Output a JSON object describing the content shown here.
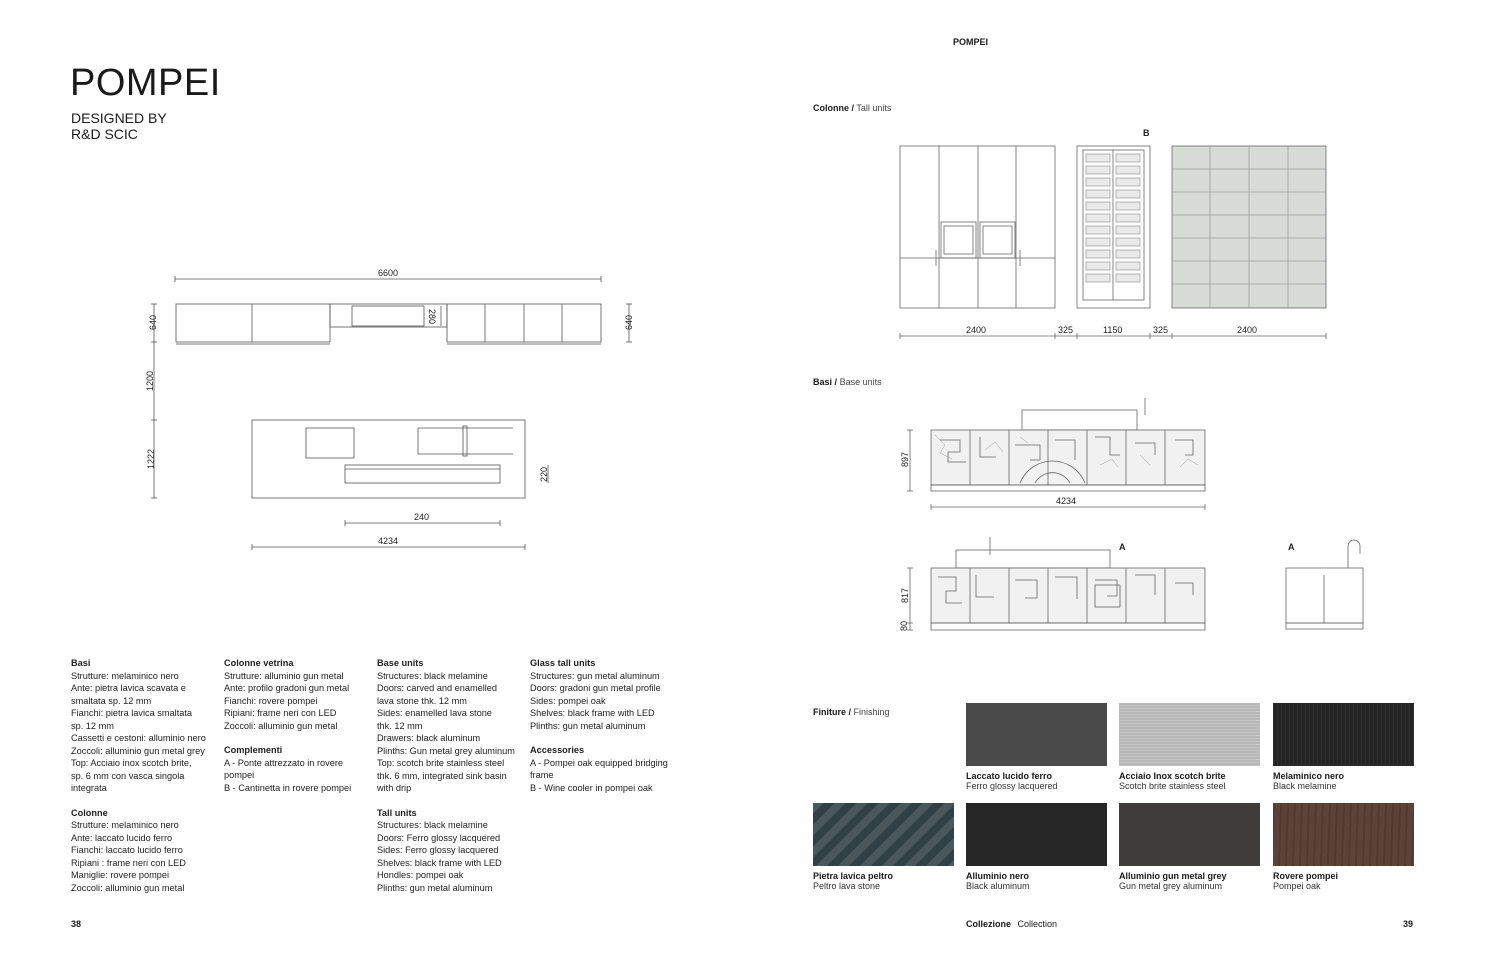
{
  "left_page": {
    "title": "POMPEI",
    "designed_by": "DESIGNED BY",
    "designer": "R&D SCIC",
    "page_number": "38",
    "plan_dims": {
      "top_width": "6600",
      "left_640": "640",
      "right_640": "640",
      "gap_1200": "1200",
      "depth_1222": "1222",
      "hood_280": "280",
      "side_220": "220",
      "bar_240": "240",
      "island_4234": "4234"
    },
    "spec_columns": [
      {
        "blocks": [
          {
            "heading": "Basi",
            "lines": [
              "Strutture: melaminico nero",
              "Ante: pietra lavica scavata e",
              "smaltata sp. 12 mm",
              "Fianchi: pietra lavica smaltata",
              "sp. 12 mm",
              "Cassetti e cestoni: alluminio nero",
              "Zoccoli: alluminio gun metal grey",
              "Top: Acciaio inox scotch brite,",
              "sp. 6 mm con vasca singola",
              "integrata"
            ]
          },
          {
            "heading": "Colonne",
            "lines": [
              "Strutture: melaminico nero",
              "Ante: laccato lucido ferro",
              "Fianchi: laccato lucido ferro",
              "Ripiani : frame neri con LED",
              "Maniglie: rovere pompei",
              "Zoccoli: alluminio gun metal"
            ]
          }
        ]
      },
      {
        "blocks": [
          {
            "heading": "Colonne vetrina",
            "lines": [
              "Strutture: alluminio gun metal",
              "Ante: profilo gradoni gun metal",
              "Fianchi: rovere pompei",
              "Ripiani: frame neri con LED",
              "Zoccoli: alluminio gun metal"
            ]
          },
          {
            "heading": "Complementi",
            "lines": [
              "A - Ponte attrezzato in rovere",
              "pompei",
              "B - Cantinetta in rovere pompei"
            ]
          }
        ]
      },
      {
        "blocks": [
          {
            "heading": "Base units",
            "lines": [
              "Structures: black melamine",
              "Doors: carved and enamelled",
              "lava stone thk. 12 mm",
              "Sides: enamelled lava stone",
              "thk. 12 mm",
              "Drawers: black aluminum",
              "Plinths: Gun metal grey aluminum",
              "Top: scotch brite stainless steel",
              "thk. 6 mm, integrated sink basin",
              "with drip"
            ]
          },
          {
            "heading": "Tall units",
            "lines": [
              "Structures: black melamine",
              "Doors: Ferro glossy lacquered",
              "Sides: Ferro glossy lacquered",
              "Shelves: black frame with LED",
              "Hondles: pompei oak",
              "Plinths: gun metal aluminum"
            ]
          }
        ]
      },
      {
        "blocks": [
          {
            "heading": "Glass tall units",
            "lines": [
              "Structures: gun metal aluminum",
              "Doors: gradoni gun metal profile",
              "Sides: pompei oak",
              "Shelves: black frame with LED",
              "Plinths: gun metal aluminum"
            ]
          },
          {
            "heading": "Accessories",
            "lines": [
              "A - Pompei oak equipped bridging",
              "frame",
              "B - Wine cooler in pompei oak"
            ]
          }
        ]
      }
    ]
  },
  "right_page": {
    "header": "POMPEI",
    "tall_units": {
      "it": "Colonne",
      "sep": "/",
      "en": "Tall units",
      "marker": "B",
      "dims": [
        "2400",
        "325",
        "1150",
        "325",
        "2400"
      ]
    },
    "base_units": {
      "it": "Basi",
      "sep": "/",
      "en": "Base units",
      "dim_897": "897",
      "dim_4234": "4234",
      "marker_a1": "A",
      "marker_a2": "A",
      "dim_817": "817",
      "dim_80": "80"
    },
    "finishing": {
      "it": "Finiture",
      "sep": "/",
      "en": "Finishing",
      "swatches": [
        {
          "name": "Laccato lucido ferro",
          "sub": "Ferro glossy lacquered",
          "color": "#4a4a4a"
        },
        {
          "name": "Acciaio Inox scotch brite",
          "sub": "Scotch brite stainless steel",
          "color": "#b8b8b8"
        },
        {
          "name": "Melaminico nero",
          "sub": "Black melamine",
          "color": "#242424"
        },
        {
          "name": "Pietra lavica peltro",
          "sub": "Peltro lava stone",
          "color": "#2f4147"
        },
        {
          "name": "Alluminio nero",
          "sub": "Black aluminum",
          "color": "#262626"
        },
        {
          "name": "Alluminio gun metal grey",
          "sub": "Gun metal grey aluminum",
          "color": "#403c3a"
        },
        {
          "name": "Rovere pompei",
          "sub": "Pompei oak",
          "color": "#5c4335"
        }
      ]
    },
    "footer_it": "Collezione",
    "footer_en": "Collection",
    "page_number": "39"
  }
}
